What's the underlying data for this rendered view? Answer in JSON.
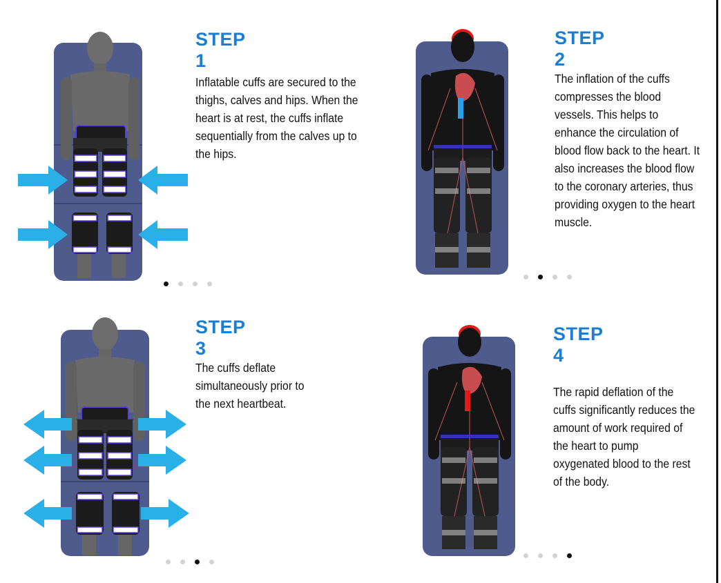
{
  "steps": [
    {
      "title": "STEP 1",
      "text": "Inflatable cuffs are  secured to the thighs, calves and hips. When the heart is at rest, the cuffs inflate sequentially from the calves up to the hips.",
      "figure": "figure-cuffs-inflating",
      "active_dot": 0
    },
    {
      "title": "STEP 2",
      "text": "The inflation of the cuffs compresses the blood vessels.  This helps to enhance the circulation of blood flow back to the heart.  It also increases the blood flow to the coronary arteries, thus providing oxygen to the heart muscle.",
      "figure": "figure-circulation-return",
      "active_dot": 1
    },
    {
      "title": "STEP 3",
      "text": "The cuffs deflate simultaneously prior to the next heartbeat.",
      "figure": "figure-cuffs-deflating",
      "active_dot": 2
    },
    {
      "title": "STEP 4",
      "text": "The rapid deflation of the cuffs significantly reduces the amount of work required of the heart to pump oxygenated blood to the rest of the body.",
      "figure": "figure-heart-pumping",
      "active_dot": 3
    }
  ],
  "colors": {
    "title_blue": "#1a7fd4",
    "arrow_blue": "#2ab0e6",
    "table": "#4f5b8c",
    "cuff_band": "#5a3fe0",
    "head_glow": "#e21a1a"
  },
  "dot_count": 4
}
